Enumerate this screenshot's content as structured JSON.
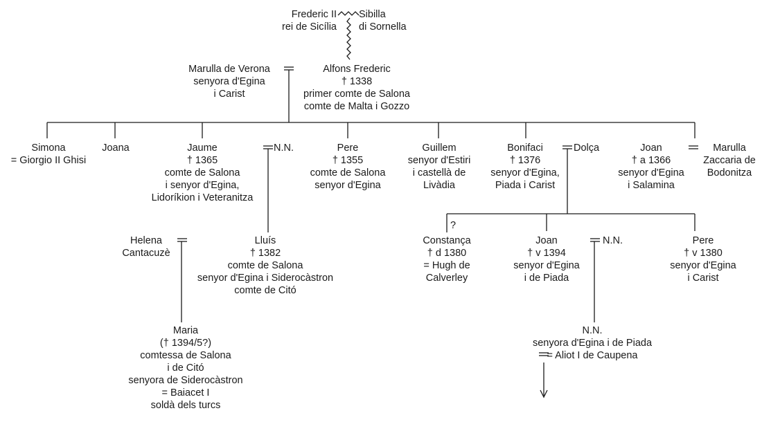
{
  "colors": {
    "ink": "#1a1a1a",
    "background": "#ffffff"
  },
  "root": {
    "father": [
      "Frederic II",
      "rei de Sicília"
    ],
    "mother": [
      "Sibilla",
      "di Sornella"
    ]
  },
  "gen1": {
    "spouse": [
      "Marulla de Verona",
      "senyora d'Egina",
      "i Carist"
    ],
    "alfons": [
      "Alfons Frederic",
      "† 1338",
      "primer comte de Salona",
      "comte de Malta i Gozzo"
    ]
  },
  "gen2": {
    "simona": [
      "Simona",
      "= Giorgio II Ghisi"
    ],
    "joana": [
      "Joana"
    ],
    "jaume": [
      "Jaume",
      "† 1365",
      "comte de Salona",
      "i senyor d'Egina,",
      "Lidoríkion i Veteranitza"
    ],
    "jaume_spouse": "N.N.",
    "pere": [
      "Pere",
      "† 1355",
      "comte de Salona",
      "senyor d'Egina"
    ],
    "guillem": [
      "Guillem",
      "senyor d'Estiri",
      "i castellà de",
      "Livàdia"
    ],
    "bonifaci": [
      "Bonifaci",
      "† 1376",
      "senyor d'Egina,",
      "Piada i Carist"
    ],
    "bonifaci_spouse": "Dolça",
    "joan": [
      "Joan",
      "† a 1366",
      "senyor d'Egina",
      "i Salamina"
    ],
    "joan_spouse": [
      "Marulla",
      "Zaccaria de",
      "Bodonitza"
    ]
  },
  "gen3": {
    "helena": [
      "Helena",
      "Cantacuzè"
    ],
    "lluis": [
      "Lluís",
      "† 1382",
      "comte de Salona",
      "senyor d'Egina i Siderocàstron",
      "comte de Citó"
    ],
    "constanca_mark": "?",
    "constanca": [
      "Constança",
      "† d 1380",
      "= Hugh de",
      "Calverley"
    ],
    "joan": [
      "Joan",
      "† v 1394",
      "senyor d'Egina",
      "i de Piada"
    ],
    "joan_spouse": "N.N.",
    "pere": [
      "Pere",
      "† v 1380",
      "senyor d'Egina",
      "i Carist"
    ]
  },
  "gen4": {
    "maria": [
      "Maria",
      "(† 1394/5?)",
      "comtessa de Salona",
      "i de Citó",
      "senyora de Siderocàstron",
      "= Baiacet I",
      "soldà dels turcs"
    ],
    "nn": [
      "N.N.",
      "senyora d'Egina i de Piada",
      "= Aliot I de Caupena"
    ]
  }
}
